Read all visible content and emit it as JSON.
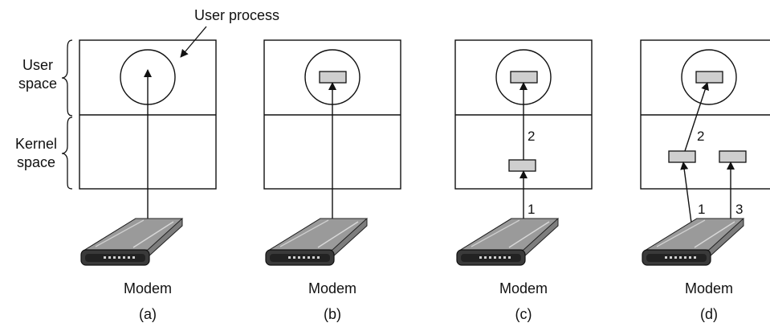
{
  "annotation": {
    "user_process": "User process"
  },
  "side_labels": {
    "user_space": [
      "User",
      "space"
    ],
    "kernel_space": [
      "Kernel",
      "space"
    ]
  },
  "panels": [
    {
      "device_label": "Modem",
      "caption": "(a)",
      "arrow_labels": []
    },
    {
      "device_label": "Modem",
      "caption": "(b)",
      "arrow_labels": []
    },
    {
      "device_label": "Modem",
      "caption": "(c)",
      "arrow_labels": [
        "1",
        "2"
      ]
    },
    {
      "device_label": "Modem",
      "caption": "(d)",
      "arrow_labels": [
        "1",
        "2",
        "3"
      ]
    }
  ],
  "colors": {
    "buffer_fill": "#cfcfcf",
    "modem_body": "#6b6b6b",
    "modem_top": "#8a8a8a"
  }
}
